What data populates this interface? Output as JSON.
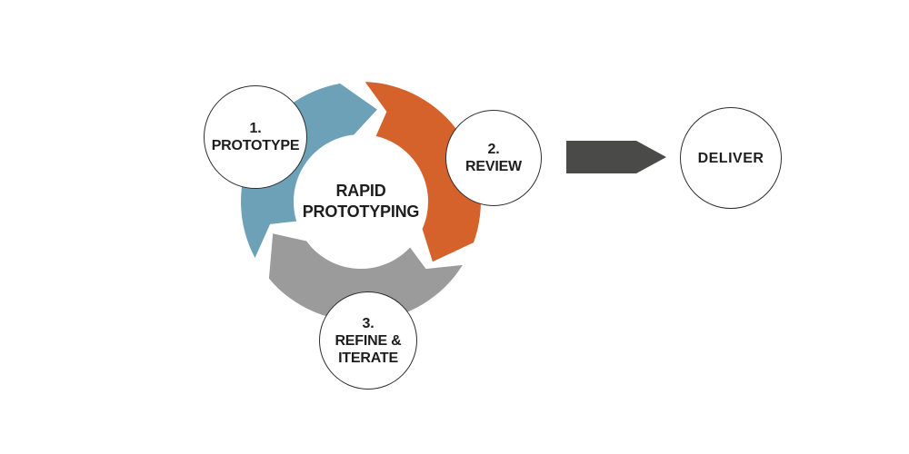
{
  "diagram": {
    "center": {
      "line1": "RAPID",
      "line2": "PROTOTYPING"
    },
    "nodes": {
      "prototype": {
        "number": "1.",
        "label": "PROTOTYPE"
      },
      "review": {
        "number": "2.",
        "label": "REVIEW"
      },
      "refine": {
        "number": "3.",
        "label_line1": "REFINE &",
        "label_line2": "ITERATE"
      }
    },
    "deliver": {
      "label": "DELIVER"
    },
    "colors": {
      "segment_prototype": "#6CA1B7",
      "segment_review": "#D5612B",
      "segment_refine": "#9B9B9B",
      "deliver_arrow": "#4A4A48",
      "text": "#1E1E1E",
      "node_border": "#2D2D2D",
      "node_fill": "#FFFFFF",
      "background": "#FFFFFF"
    }
  }
}
